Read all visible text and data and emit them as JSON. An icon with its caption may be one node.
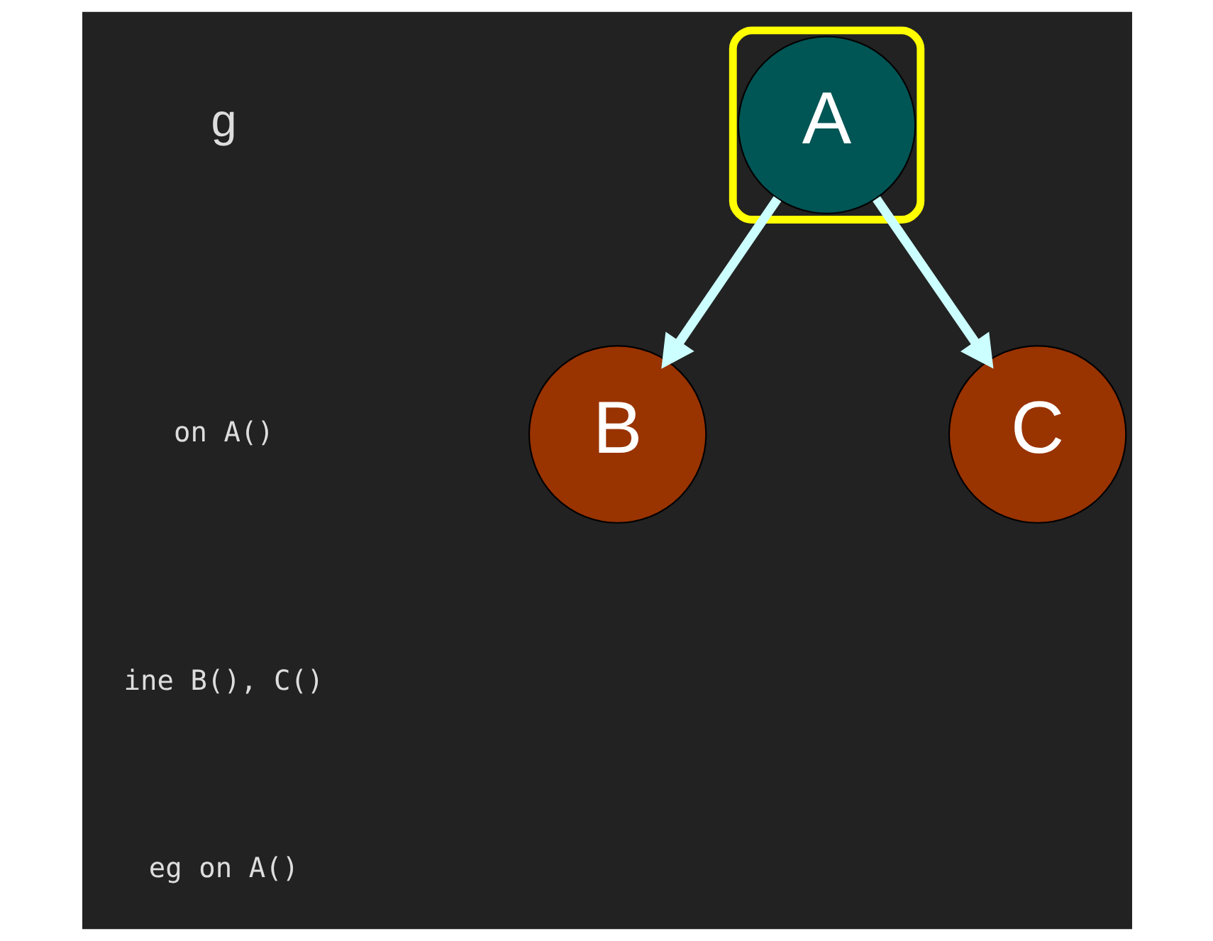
{
  "diagram": {
    "nodes": [
      {
        "text": [],
        "shape": "box"
      },
      {
        "text": [
          "A"
        ],
        "in": 0
      },
      {
        "text": [
          "B"
        ]
      },
      {
        "text": [
          "C"
        ]
      }
    ],
    "edges": [
      {
        "from": 1,
        "to": 2,
        "arrow": "to"
      },
      {
        "from": 1,
        "to": 3,
        "arrow": "to"
      }
    ],
    "labels": [
      "g",
      "on A()",
      "ine B(), C()",
      "eg on A()"
    ]
  }
}
